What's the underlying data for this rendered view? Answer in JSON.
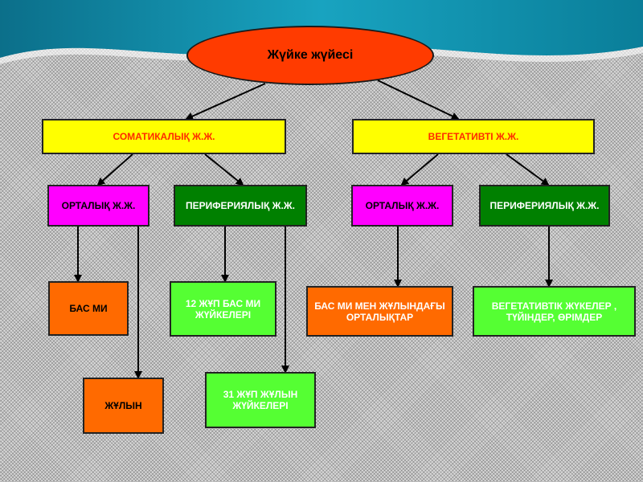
{
  "diagram": {
    "root": "Жүйке жүйесі",
    "somatic": "СОМАТИКАЛЫҚ Ж.Ж.",
    "vegetative": "ВЕГЕТАТИВТІ Ж.Ж.",
    "som_central": "ОРТАЛЫҚ Ж.Ж.",
    "som_peripheral": "ПЕРИФЕРИЯЛЫҚ Ж.Ж.",
    "veg_central": "ОРТАЛЫҚ Ж.Ж.",
    "veg_peripheral": "ПЕРИФЕРИЯЛЫҚ Ж.Ж.",
    "brain": "БАС МИ",
    "spinal_cord": "ЖҰЛЫН",
    "cranial_nerves": "12 ЖҰП БАС МИ ЖҮЙКЕЛЕРІ",
    "spinal_nerves": "31 ЖҰП ЖҰЛЫН ЖҮЙКЕЛЕРІ",
    "brain_spinal_centers": "БАС МИ МЕН ЖҰЛЫНДАҒЫ ОРТАЛЫҚТАР",
    "vegetative_nerves": "ВЕГЕТАТИВТІК ЖҮКЕЛЕР , ТҮЙІНДЕР, ӨРІМДЕР"
  },
  "colors": {
    "root_fill": "#ff3b00",
    "yellow": "#ffff00",
    "magenta": "#ff00ff",
    "dark_green": "#008000",
    "orange": "#ff6a00",
    "light_green": "#55ff33",
    "banner_teal": "#0a8aa6"
  }
}
